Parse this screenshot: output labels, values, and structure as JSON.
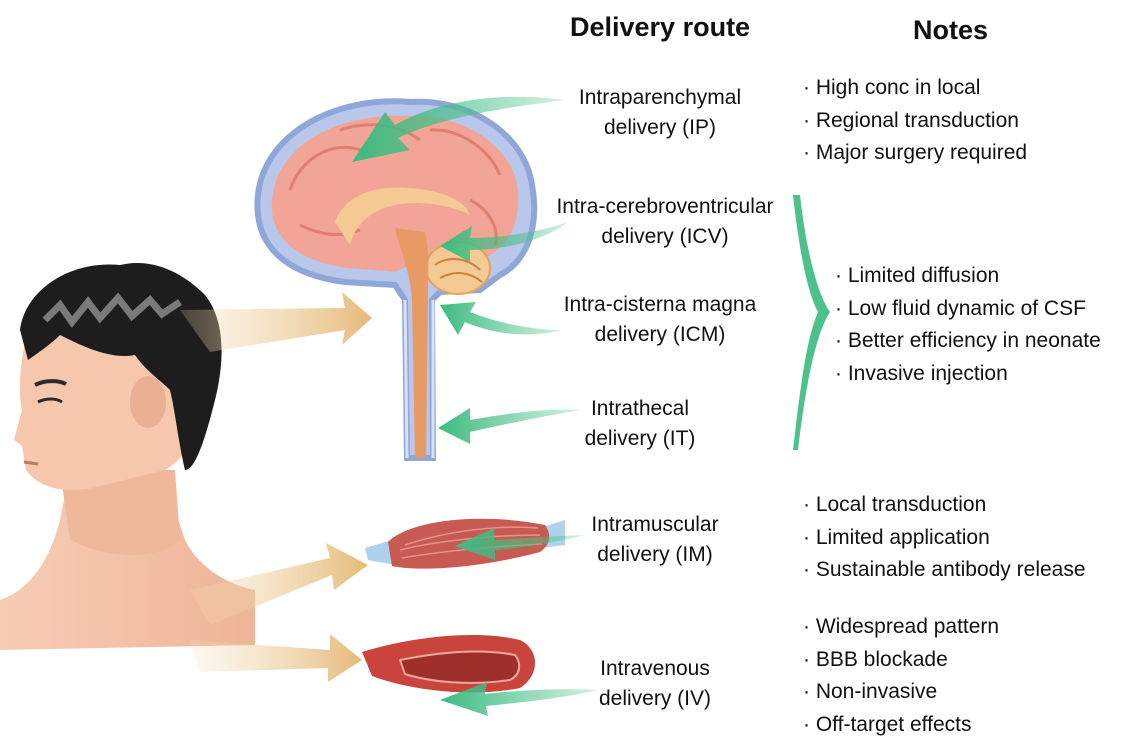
{
  "headers": {
    "route": "Delivery route",
    "notes": "Notes"
  },
  "routes": [
    {
      "line1": "Intraparenchymal",
      "line2": "delivery (IP)"
    },
    {
      "line1": "Intra-cerebroventricular",
      "line2": "delivery (ICV)"
    },
    {
      "line1": "Intra-cisterna magna",
      "line2": "delivery (ICM)"
    },
    {
      "line1": "Intrathecal",
      "line2": "delivery (IT)"
    },
    {
      "line1": "Intramuscular",
      "line2": "delivery (IM)"
    },
    {
      "line1": "Intravenous",
      "line2": "delivery (IV)"
    }
  ],
  "notes": {
    "ip": [
      "High conc in local",
      "Regional transduction",
      "Major surgery required"
    ],
    "csf": [
      "Limited diffusion",
      "Low fluid dynamic of CSF",
      "Better efficiency in neonate",
      "Invasive injection"
    ],
    "im": [
      "Local transduction",
      "Limited application",
      "Sustainable antibody release"
    ],
    "iv": [
      "Widespread pattern",
      "BBB blockade",
      "Non-invasive",
      "Off-target effects"
    ]
  },
  "colors": {
    "arrow_green": "#4cc28a",
    "arrow_tan": "#e9c184",
    "brain": "#f2a596",
    "meninges": "#8fa7d8",
    "muscle": "#c75a52",
    "vessel": "#c9443d",
    "skin": "#f5c2a8",
    "hair": "#1d1d1d"
  }
}
